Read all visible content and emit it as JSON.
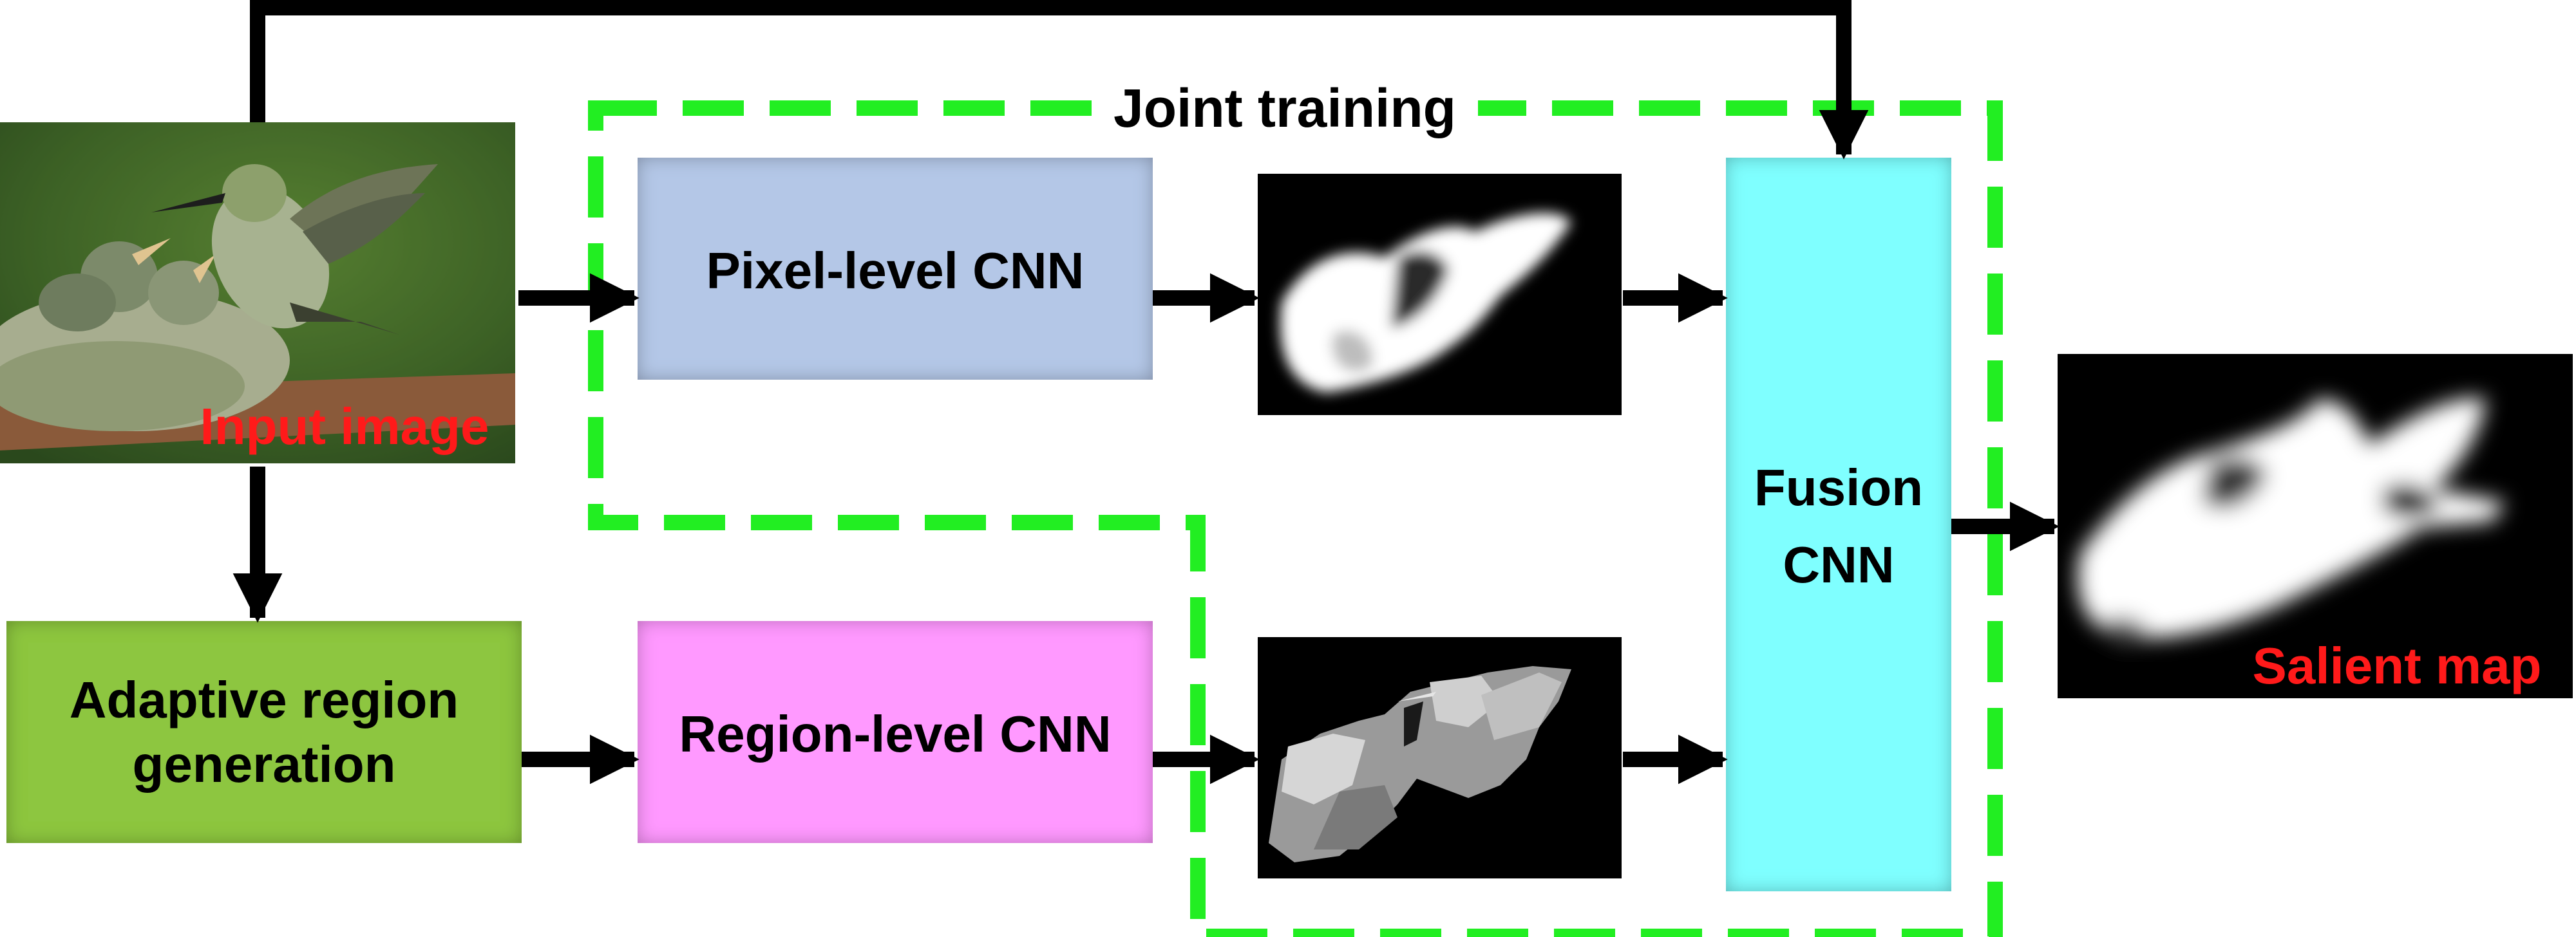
{
  "joint_training": {
    "label": "Joint training",
    "color": "#22ee22"
  },
  "input_image": {
    "caption": "Input image",
    "caption_color": "#ff1a1a"
  },
  "pixel_cnn": {
    "label": "Pixel-level CNN",
    "color": "#b4c7e7"
  },
  "region_gen": {
    "label_line1": "Adaptive region",
    "label_line2": "generation",
    "color": "#8dc63f"
  },
  "region_cnn": {
    "label": "Region-level CNN",
    "color": "#ff99ff"
  },
  "fusion_cnn": {
    "label_line1": "Fusion",
    "label_line2": "CNN",
    "color": "#7fffff"
  },
  "salient_map": {
    "caption": "Salient map",
    "caption_color": "#ff1a1a"
  }
}
